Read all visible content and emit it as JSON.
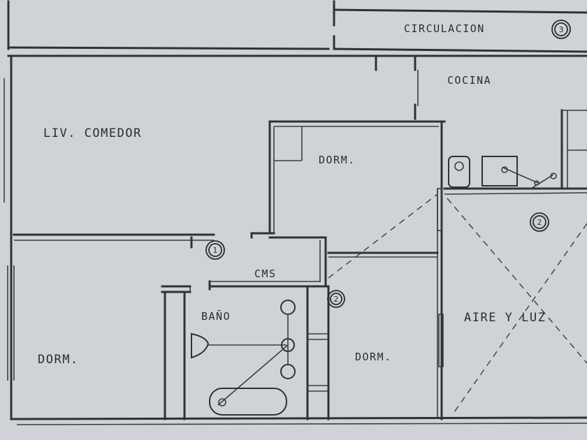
{
  "rooms": {
    "circulacion": "CIRCULACION",
    "cocina": "COCINA",
    "living_comedor": "LIV. COMEDOR",
    "dorm_center": "DORM.",
    "cms": "CMS",
    "bano": "BAÑO",
    "dorm_left": "DORM.",
    "dorm_right": "DORM.",
    "aire_y_luz": "AIRE Y LUZ"
  },
  "markers": {
    "marker_1": "1",
    "marker_2_bath": "2",
    "marker_2_patio": "2",
    "marker_3": "3"
  },
  "colors": {
    "paper": "#cfd3d8",
    "ink": "#2f3136"
  }
}
